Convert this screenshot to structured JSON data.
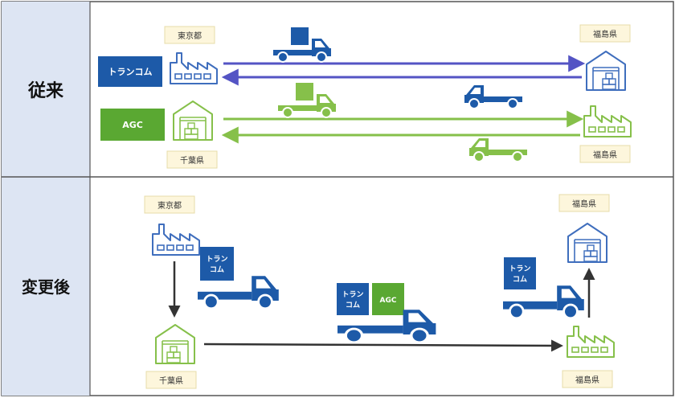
{
  "sections": {
    "before": {
      "label": "従来"
    },
    "after": {
      "label": "変更後"
    }
  },
  "companies": {
    "trancom": {
      "name": "トランコム",
      "name_stacked": [
        "トラン",
        "コム"
      ],
      "color": "#1d5aa8"
    },
    "agc": {
      "name": "AGC",
      "color": "#5aa832"
    }
  },
  "places": {
    "tokyo": "東京都",
    "chiba": "千葉県",
    "fukushima": "福島県"
  },
  "colors": {
    "blue_route": "#5454c4",
    "green_route": "#86c04a",
    "black_route": "#333333",
    "place_bg": "#fdf6dc",
    "section_bg": "#dde5f3",
    "border": "#555555"
  }
}
